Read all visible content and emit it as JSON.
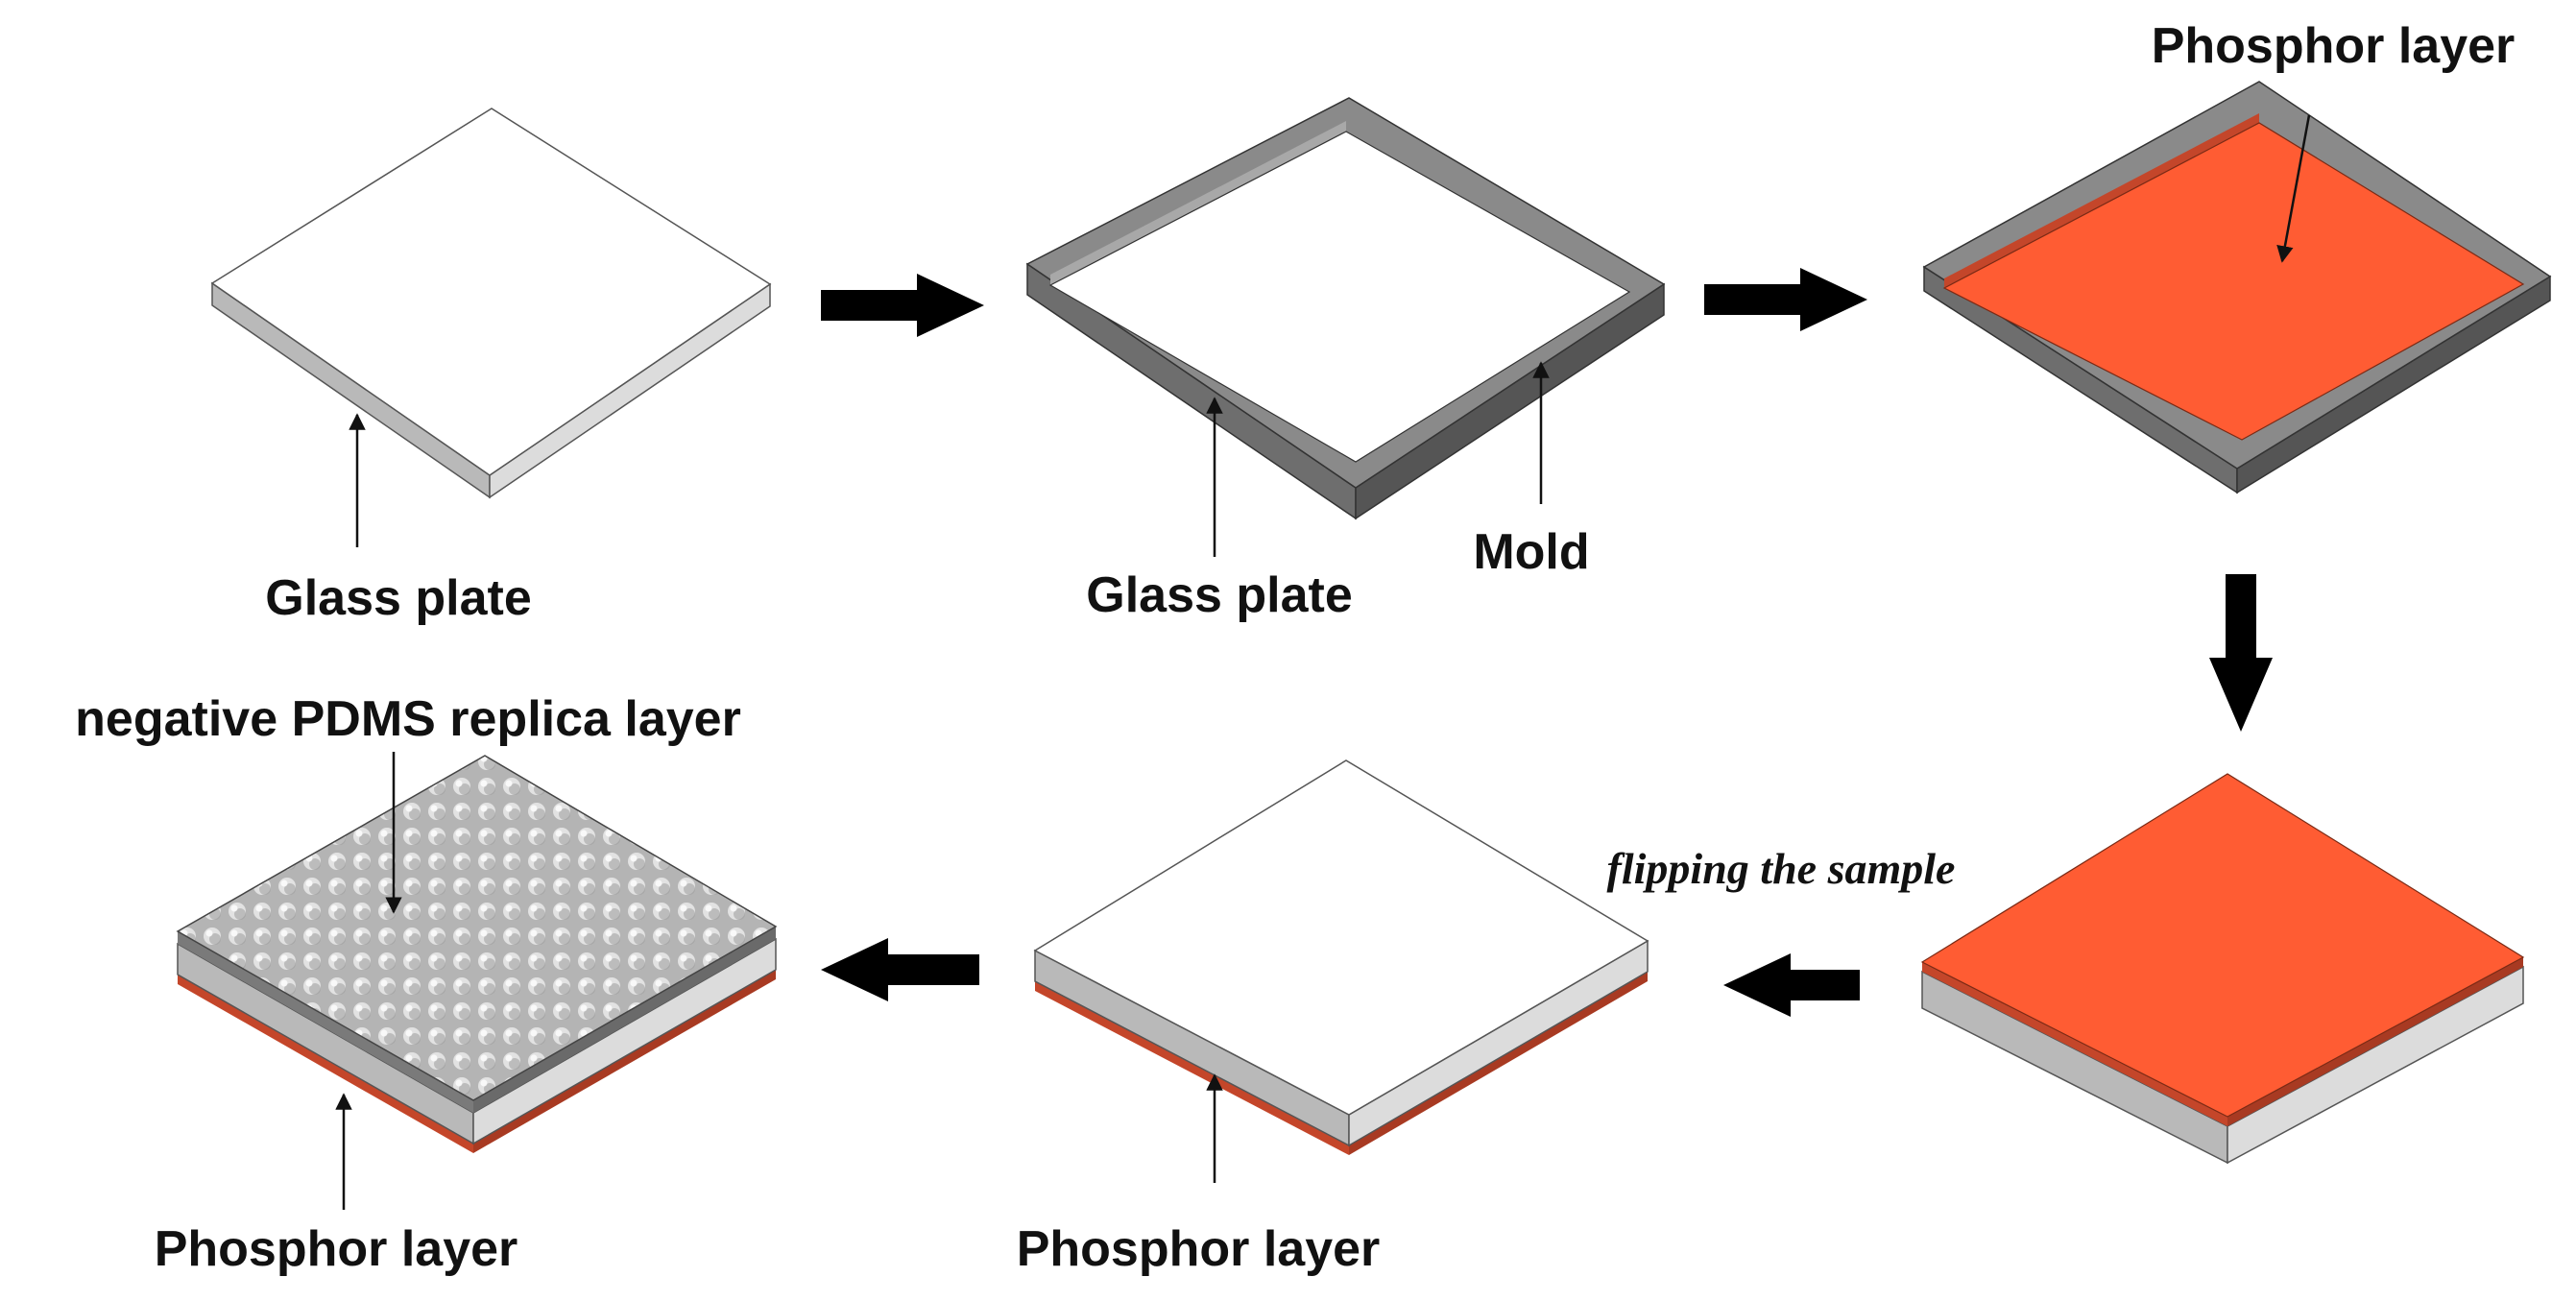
{
  "colors": {
    "glass_top": "#ffffff",
    "glass_side_left": "#b9b9b9",
    "glass_side_right": "#dcdcdc",
    "mold_top": "#8a8a8a",
    "mold_side_left": "#6e6e6e",
    "mold_side_right": "#555555",
    "phosphor": "#ff5c33",
    "phosphor_thin": "#c4462a",
    "pdms_top": "#b4b4b4",
    "pdms_bump": "#e2e2e2",
    "pdms_shadow": "#7a7a7a",
    "arrow": "#000000"
  },
  "labels": {
    "step1_glass": "Glass plate",
    "step2_glass": "Glass plate",
    "step2_mold": "Mold",
    "step3_phosphor": "Phosphor layer",
    "step5_flip": "flipping the sample",
    "step5_phosphor": "Phosphor layer",
    "step6_pdms": "negative PDMS replica layer",
    "step6_phosphor": "Phosphor layer"
  }
}
